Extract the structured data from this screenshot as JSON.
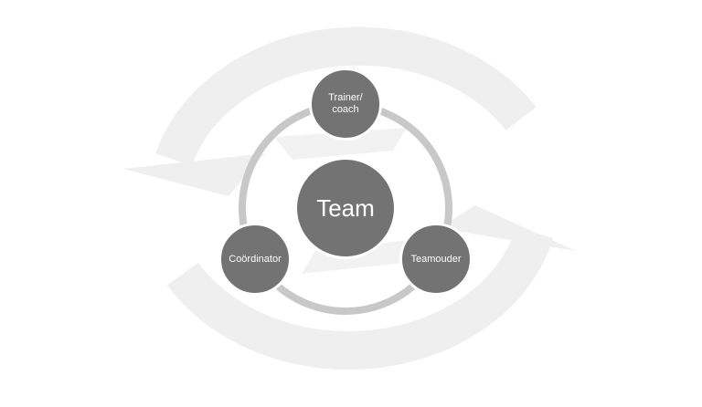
{
  "diagram": {
    "center": {
      "label": "Team"
    },
    "nodes": [
      {
        "id": "top",
        "label": "Trainer/\ncoach"
      },
      {
        "id": "left",
        "label": "Coördinator"
      },
      {
        "id": "right",
        "label": "Teamouder"
      }
    ]
  },
  "colors": {
    "node_fill": "#737373",
    "ring": "#c8c8c8",
    "watermark": "#efefef"
  }
}
